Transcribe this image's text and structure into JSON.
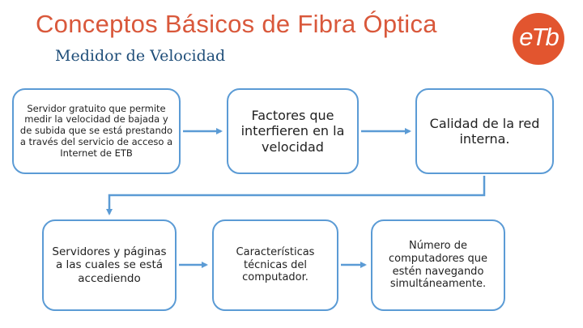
{
  "header": {
    "title": "Conceptos Básicos de Fibra Óptica",
    "subtitle": "Medidor de Velocidad",
    "logo_text": "eTb",
    "brand_color": "#e2552f"
  },
  "diagram": {
    "box_border_color": "#5b9bd5",
    "arrow_color": "#5b9bd5",
    "nodes": [
      {
        "id": "servidor",
        "text": "Servidor gratuito que permite medir la velocidad de bajada y de subida que se está prestando a través del servicio de acceso a Internet de ETB"
      },
      {
        "id": "factores",
        "text": "Factores que interfieren en la velocidad"
      },
      {
        "id": "calidad",
        "text": "Calidad de la red interna."
      },
      {
        "id": "servidores",
        "text": "Servidores y páginas a las cuales se está accediendo"
      },
      {
        "id": "caracteristicas",
        "text": "Características técnicas del computador."
      },
      {
        "id": "numero",
        "text": "Número de computadores que estén navegando simultáneamente."
      }
    ],
    "edges": [
      {
        "from": "servidor",
        "to": "factores"
      },
      {
        "from": "factores",
        "to": "calidad"
      },
      {
        "from": "calidad",
        "to": "servidores"
      },
      {
        "from": "servidores",
        "to": "caracteristicas"
      },
      {
        "from": "caracteristicas",
        "to": "numero"
      }
    ]
  }
}
